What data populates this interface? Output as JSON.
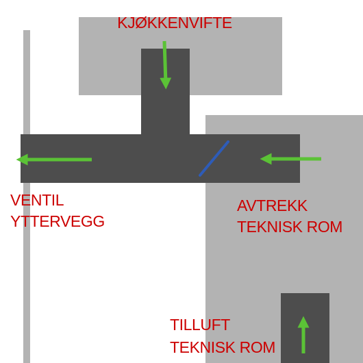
{
  "labels": {
    "kitchen_fan": "KJØKKENVIFTE",
    "wall_vent_line1": "VENTIL",
    "wall_vent_line2": "YTTERVEGG",
    "exhaust_line1": "AVTREKK",
    "exhaust_line2": "TEKNISK ROM",
    "supply_line1": "TILLUFT",
    "supply_line2": "TEKNISK ROM"
  },
  "colors": {
    "background": "#ffffff",
    "zone_gray": "#b3b3b3",
    "wall_gray": "#b3b3b3",
    "duct_dark": "#4d4d4d",
    "label_red": "#cc0000",
    "arrow_green": "#5bc236",
    "damper_blue": "#2e5cb8"
  },
  "icons": {
    "flow_arrow": "arrow-icon",
    "damper": "damper-icon"
  }
}
